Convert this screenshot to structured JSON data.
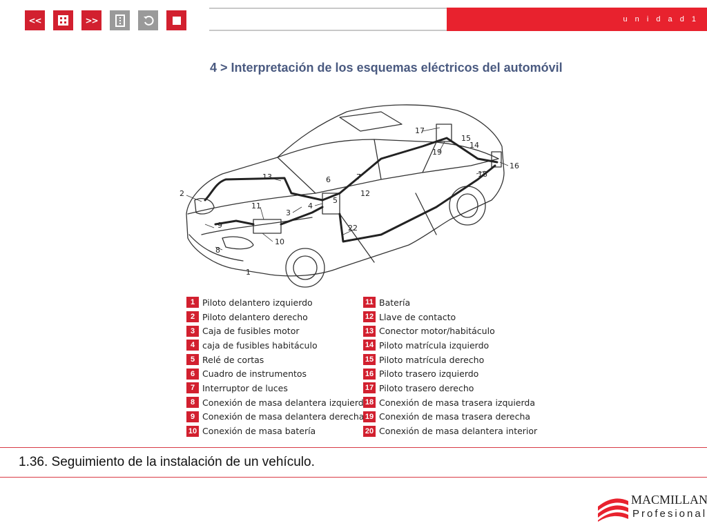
{
  "nav": {
    "prev_label": "<<",
    "next_label": ">>"
  },
  "header": {
    "unidad": "u n i d a d  1",
    "title": "4 > Interpretación de los esquemas eléctricos del automóvil"
  },
  "colors": {
    "accent": "#e8222e",
    "title": "#4a5a80",
    "nav_grey": "#9a9a9a"
  },
  "diagram_labels": [
    "1",
    "2",
    "3",
    "4",
    "5",
    "6",
    "7",
    "8",
    "9",
    "10",
    "11",
    "12",
    "13",
    "14",
    "15",
    "16",
    "17",
    "18",
    "19",
    "22"
  ],
  "legend_left": [
    {
      "num": "1",
      "label": "Piloto delantero izquierdo"
    },
    {
      "num": "2",
      "label": "Piloto delantero derecho"
    },
    {
      "num": "3",
      "label": "Caja de fusibles motor"
    },
    {
      "num": "4",
      "label": "caja de fusibles habitáculo"
    },
    {
      "num": "5",
      "label": "Relé de cortas"
    },
    {
      "num": "6",
      "label": "Cuadro de instrumentos"
    },
    {
      "num": "7",
      "label": "Interruptor de luces"
    },
    {
      "num": "8",
      "label": "Conexión de masa delantera izquierda"
    },
    {
      "num": "9",
      "label": "Conexión de masa delantera derecha"
    },
    {
      "num": "10",
      "label": "Conexión de masa batería"
    }
  ],
  "legend_right": [
    {
      "num": "11",
      "label": "Batería"
    },
    {
      "num": "12",
      "label": "Llave de contacto"
    },
    {
      "num": "13",
      "label": "Conector motor/habitáculo"
    },
    {
      "num": "14",
      "label": "Piloto matrícula izquierdo"
    },
    {
      "num": "15",
      "label": "Piloto matrícula derecho"
    },
    {
      "num": "16",
      "label": "Piloto trasero izquierdo"
    },
    {
      "num": "17",
      "label": "Piloto trasero derecho"
    },
    {
      "num": "18",
      "label": "Conexión de masa trasera izquierda"
    },
    {
      "num": "19",
      "label": "Conexión de masa trasera derecha"
    },
    {
      "num": "20",
      "label": "Conexión de masa delantera interior"
    }
  ],
  "caption": "1.36. Seguimiento de la instalación de un vehículo.",
  "logo": {
    "line1": "MACMILLAN",
    "line2": "Profesional"
  }
}
